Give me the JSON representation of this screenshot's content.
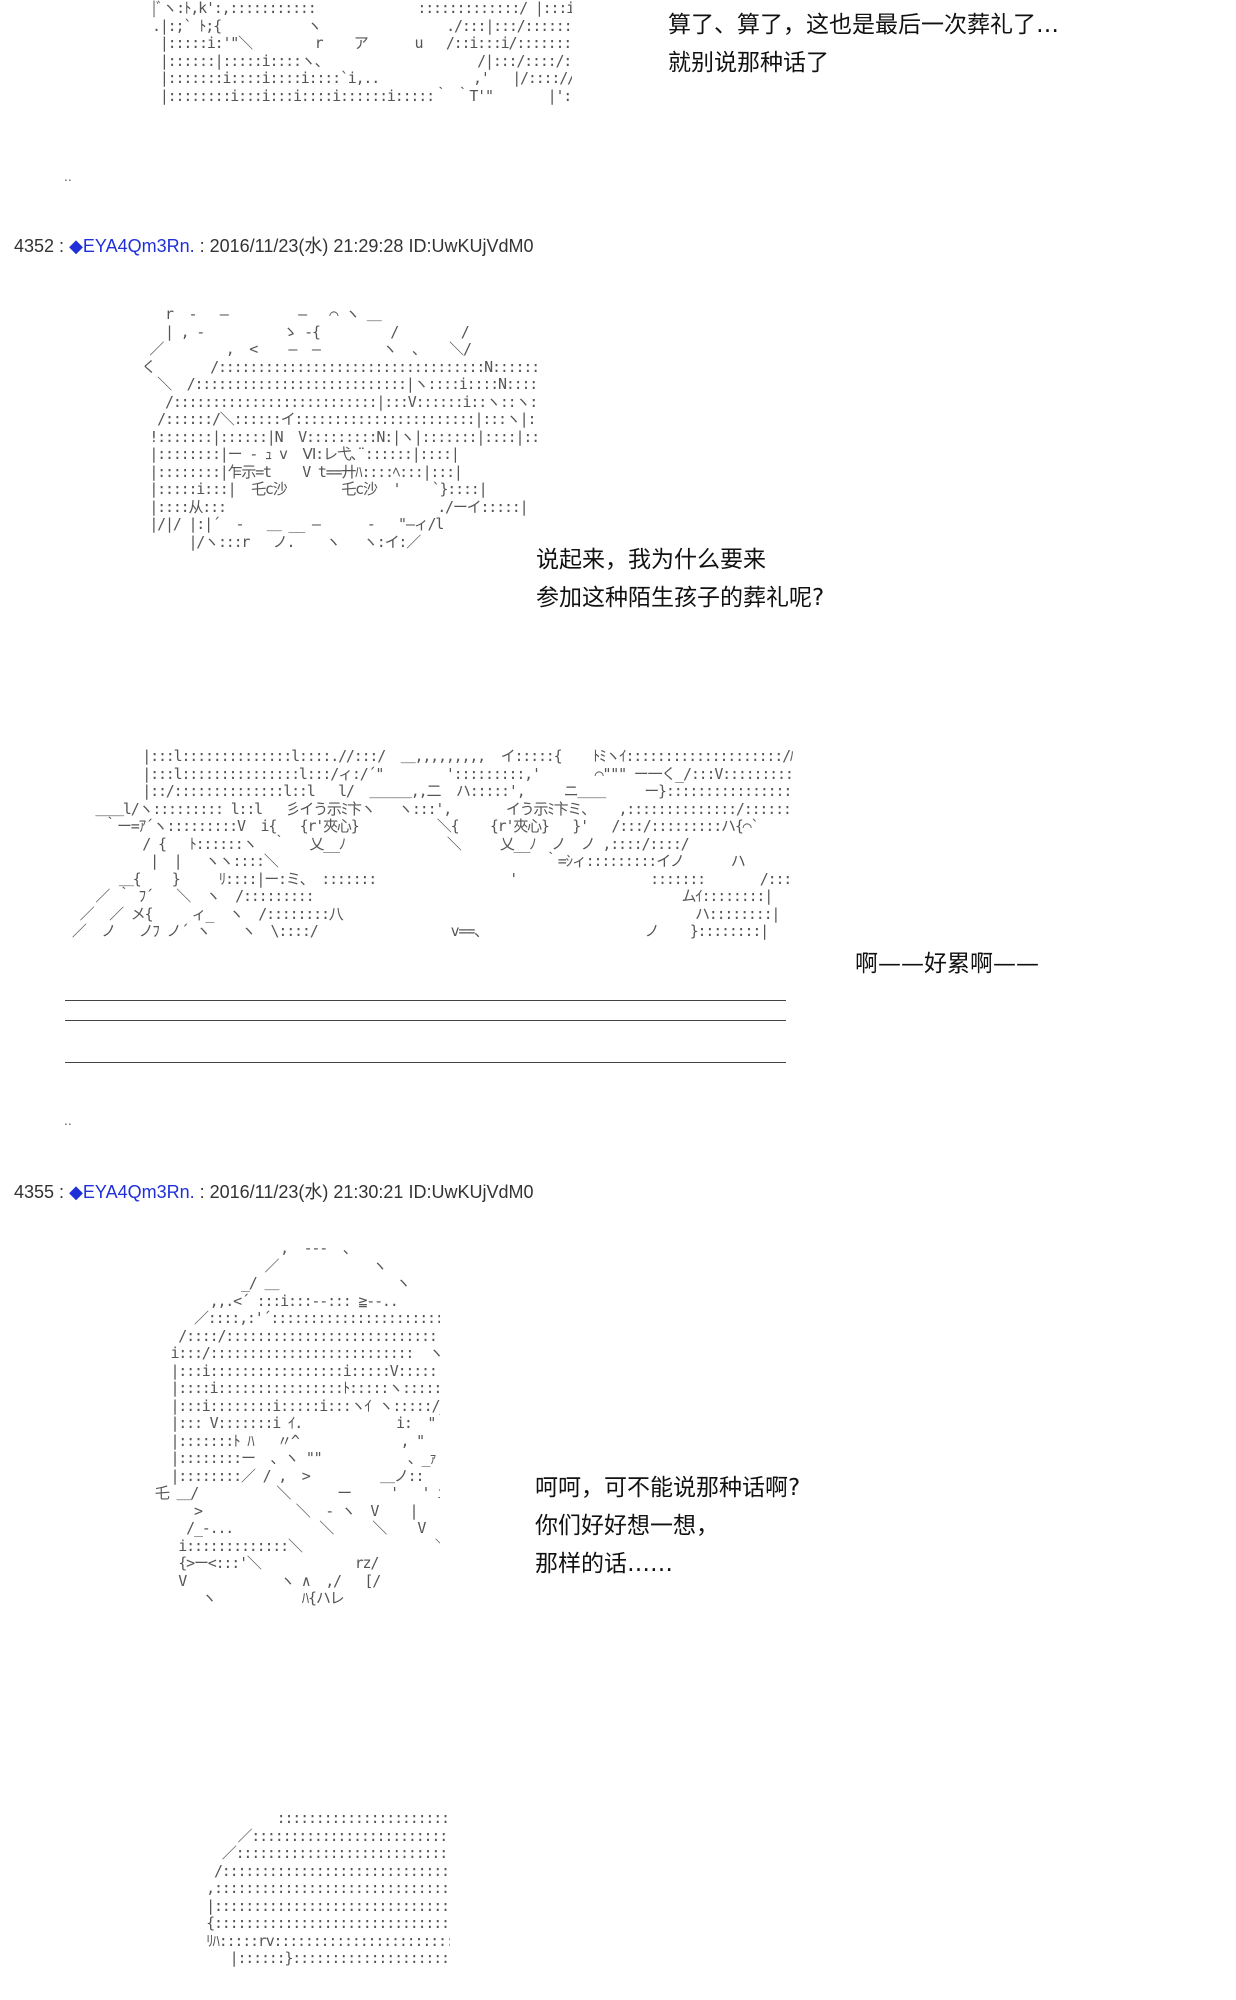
{
  "captions": {
    "c1": "算了、算了，这也是最后一次葬礼了…\n就别说那种话了",
    "c2": "说起来，我为什么要来\n参加这种陌生孩子的葬礼呢?",
    "c3": "啊——好累啊——",
    "c4": "呵呵，可不能说那种话啊?\n你们好好想一想，\n那样的话……"
  },
  "posts": [
    {
      "number": "4352",
      "trip": "◆EYA4Qm3Rn.",
      "date": "2016/11/23(水) 21:29:28",
      "id": "ID:UwKUjVdM0"
    },
    {
      "number": "4355",
      "trip": "◆EYA4Qm3Rn.",
      "date": "2016/11/23(水) 21:30:21",
      "id": "ID:UwKUjVdM0"
    }
  ],
  "separators": {
    "dots1": "..",
    "dots2": ".."
  },
  "aa": {
    "a1": "|ﾞヽ:ﾄ,k':,:::::::::::             :::::::::::::/ |:::i::::i::::::::\n.|:;` ﾄ;{           ヽ                ./:::|:::/::::::::\n |:::::i:'\"＼        r    ア      u   /::i:::i/:::::::::::\n |::::::|:::::i::::ヽ、                   /|:::/::::/::::::::\n |:::::::i::::i::::i::::`i,..            ,'   |/:::://:::::::::::\n |::::::::i:::i:::i::::i::::::i:::::｀ ｀T'\"       |'::://::::::::::::",
    "a2": "      r  -   ―         ―   ⌒ ヽ ＿\n      | , -          ゝ -{         /        /\n    ／        ,  <    ―  ―        ヽ  、   ＼/\n   く       /::::::::::::::::::::::::::::::::::N::::::::::::::::::ヽ     ヽ\n     ＼  /:::::::::::::::::::::::::::|ヽ::::i::::N:::::::N::::i::ヽ:ソ\n      /::::::::::::::::::::::::::|:::V::::::i::ヽ::ヽ:::i::V:::i::ヽ\n     /::::::/＼::::::イ:::::::::::::::::::::::|:::ヽ|::::i:::ヽ|::::|\n    !:::::::|::::::|N  V:::::::::N:|ヽ|:::::::|::::|:::|\n    |::::::::|ー - ｭ v  Ⅵ:レ弋､¨::::::|::::|\n    |::::::::|乍示=t    V t==廾ﾊ::::ﾍ:::|:::|\n    |:::::i:::|  乇c沙       乇c沙  '    `}::::|\n    |::::从:::                           ./ーイ:::::|\n    |/|/ |:|´  -   ＿ __ ―      -   \"―ィ/l\n         |/ヽ:::r   ノ.    ヽ   ヽ:イ:／",
    "a3": "          |:::l::::::::::::::l::::.//:::/  ＿,,,,,,,,,  イ:::::{    ﾄﾐヽｲ::::::::::::::::::::/ﾊ::}::::::::::::::::::::}\n          |:::l:::::::::::::::l:::/ィ:/´\"        ':::::::::,'       ⌒\"\"\" ー一く_/:::V::::::::::::::::::::\n          |::/::::::::::::::l::l   l/  ＿＿＿,,二  ハ:::::',     ニ＿＿     ー}:::::::::::::::::::/_\n    ＿＿l/ヽ::::::::: l::l   彡イう示ﾐ卞ヽ   ヽ:::',       イう示ﾐ卞ミ、   ,::::::::::::::/:::::::`ー彡\n     ｀ー=ｱ´ヽ:::::::::V  i{   {r'夾心}          ＼{    {r'夾心}   }'   /:::/:::::::::ハ{⌒`\n          / {   ﾄ::::::ヽ  ｀   乂__ﾉ             ＼     乂__ﾉ  ノ  ノ ,::::/::::/\n           |  |   ヽヽ::::＼                                  ｀=ｼィ:::::::::イノ      ハ\n       ＿{    }     ﾘ::::|ー:ミ、 :::::::                 '                 :::::::       /::::/:: |´       /   ﾊ\n    ／ ｀ ﾌ´   ＼  ヽ  /:::::::::                                               ムｲ::::::::|        /    ;\n  ／  ／ メ{     ィ_  ヽ  /::::::::八                                             ハ::::::::|       /     |\n ／  ノ   ノﾌ ノ´ ヽ    ヽ  \\::::/                 v==、                    ノ    }::::::::|      ,      |",
    "a4": "                       ,  ---  、\n                     ／            ヽ\n                  _/ ＿               ヽ\n              ,,.<´ :::i:::--::: ≧--..\n            ／::::,:'´::::::::::::::::::::::::::::::ヽ  >  ,,\n          /::::/::::::::::::::::::::::::::::::::::::::::::::::::` ヽ\n         i:::/::::::::::::::::::::::::::  ヽ:::::::::  ヽ  ヽ\n         |:::i:::::::::::::::::i:::::V:::::::::  ヽ:::::::::ﾊ:ﾊ\n         |::::i::::::::::::::::ﾄ:::::ヽ:::::::: 上|:::::i::::ﾘ\n         |:::i::::::::i:::::i:::ヽｲ ヽ:::::/_j/ﾊ:::Ⅳ\n         |::: V:::::::i ｲ.            i:  \" ´  レ\n         |:::::::ﾄ ﾊ   〃^             , \"  ﾊ、\n         |::::::::ー  、ヽ \"\"           、_ｧ   ｲ:ﾉ77\n         |::::::::／ / ,  >         ＿ノ::  ///ﾊ\n       乇 ＿/          ＼      ー     '   ' i |\n            >            ＼  - ヽ  V    |       i\n           /_-...           ＼     ＼    V  ∧     /\\\n          i:::::::::::::＼                 ＼j/  ヽ /!ﾊ\n          {>ー<:::'＼            rz/        ヽﾊ.ﾊ\n          V            ヽ ∧  ,/   [/            ﾘ  i\n             ヽ           ﾊ{ハレ              /     ＼",
    "a5": "                    ::::::::::::::::::::::::::\n               ／::::::::::::::::::::::::::::::::::::::::::::::＼\n             ／::::::::::::::::::::::::::::::::::::::::::::::::::::::＼\n            /::::::::::::::::::::::::::::::::::::::::::::::::::::::::::::::::::ヽ\n           ,:::::::::::::::::::::::::::::::::::::::::::::::::::::::::::::::::::::::\n           |::::::::::::::::::::::::::::::::::::::::::::::::::::::::::::::::::::::::|\n           {::::::::::::::::::::::::::::::::::::::::::::::::::::::::::::::::::::::::|\n           ﾘﾊ:::::rv:::::::::::::::::::::::::::::::::::::::::::::::::::::::::::::|\n              |::::::}:::::::::::::::::::::::::::::::::::::::::::::::::::::::::::::|"
  }
}
